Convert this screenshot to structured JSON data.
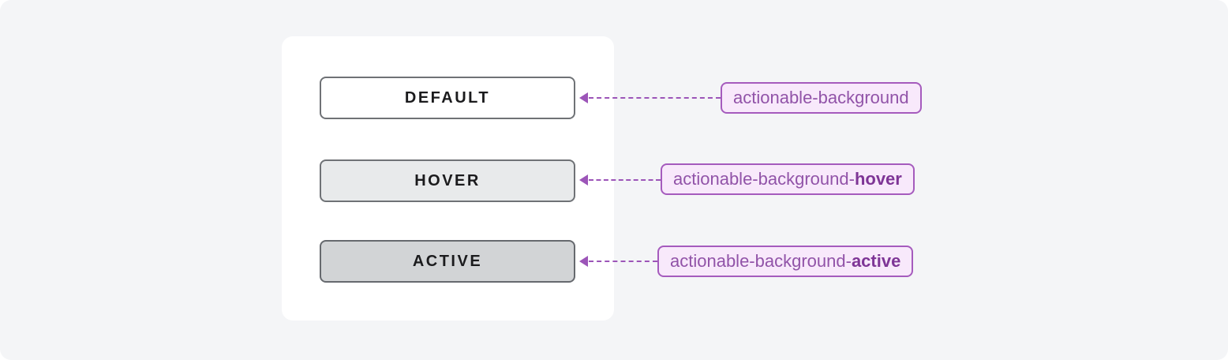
{
  "page": {
    "background_color": "#f4f5f7",
    "card_background_color": "#ffffff"
  },
  "accent_colors": {
    "token_pill_background": "#f8e9fb",
    "token_pill_border": "#a55bbd",
    "token_text": "#9153a8",
    "token_text_emphasis": "#7e3596",
    "arrow": "#9c55b8",
    "button_border": "#6f7276",
    "button_text": "#1b1b1d"
  },
  "states": [
    {
      "name": "default",
      "button_label": "DEFAULT",
      "swatch_background": "#ffffff",
      "token_prefix": "actionable-background",
      "token_emphasis": ""
    },
    {
      "name": "hover",
      "button_label": "HOVER",
      "swatch_background": "#e8eaeb",
      "token_prefix": "actionable-background-",
      "token_emphasis": "hover"
    },
    {
      "name": "active",
      "button_label": "ACTIVE",
      "swatch_background": "#d2d4d6",
      "token_prefix": "actionable-background-",
      "token_emphasis": "active"
    }
  ]
}
